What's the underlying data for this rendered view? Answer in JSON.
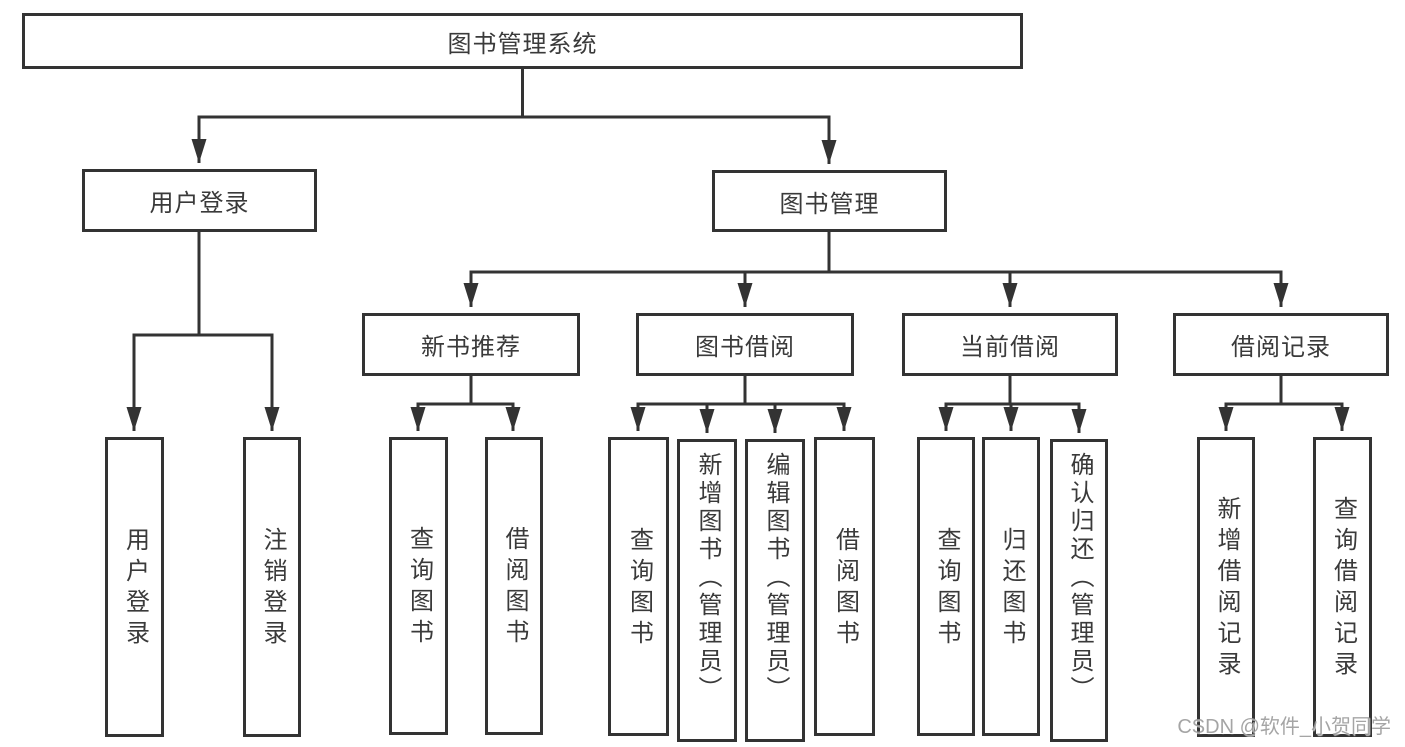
{
  "tree": {
    "root": {
      "label": "图书管理系统"
    },
    "branches": [
      {
        "label": "用户登录",
        "children": [
          {
            "label": "用户登录"
          },
          {
            "label": "注销登录"
          }
        ]
      },
      {
        "label": "图书管理",
        "children": [
          {
            "label": "新书推荐",
            "children": [
              {
                "label": "查询图书"
              },
              {
                "label": "借阅图书"
              }
            ]
          },
          {
            "label": "图书借阅",
            "children": [
              {
                "label": "查询图书"
              },
              {
                "label": "新增图书（管理员）"
              },
              {
                "label": "编辑图书（管理员）"
              },
              {
                "label": "借阅图书"
              }
            ]
          },
          {
            "label": "当前借阅",
            "children": [
              {
                "label": "查询图书"
              },
              {
                "label": "归还图书"
              },
              {
                "label": "确认归还（管理员）"
              }
            ]
          },
          {
            "label": "借阅记录",
            "children": [
              {
                "label": "新增借阅记录"
              },
              {
                "label": "查询借阅记录"
              }
            ]
          }
        ]
      }
    ]
  },
  "colors": {
    "line": "#333333",
    "box_border": "#333333",
    "text": "#3a3a3a",
    "background": "#ffffff"
  },
  "watermark": "CSDN @软件_小贺同学"
}
